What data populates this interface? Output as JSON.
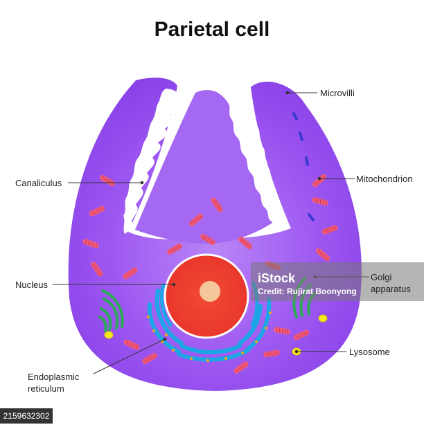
{
  "title": "Parietal cell",
  "labels": {
    "microvilli": "Microvilli",
    "canaliculus": "Canaliculus",
    "mitochondrion": "Mitochondrion",
    "nucleus": "Nucleus",
    "golgi_line1": "Golgi",
    "golgi_line2": "apparatus",
    "lysosome": "Lysosome",
    "er_line1": "Endoplasmic",
    "er_line2": "reticulum"
  },
  "watermark": {
    "logo": "iStock",
    "credit": "Credit: Rujirat Boonyong"
  },
  "image_id": "2159632302",
  "colors": {
    "cytoplasm": "#9a52f0",
    "nucleus": "#ef3b2c",
    "nucleolus": "#f6c69b",
    "mitochondrion": "#f25c7a",
    "er": "#1ea5e6",
    "golgi": "#2aaa55",
    "lysosome": "#f2ea1c"
  }
}
